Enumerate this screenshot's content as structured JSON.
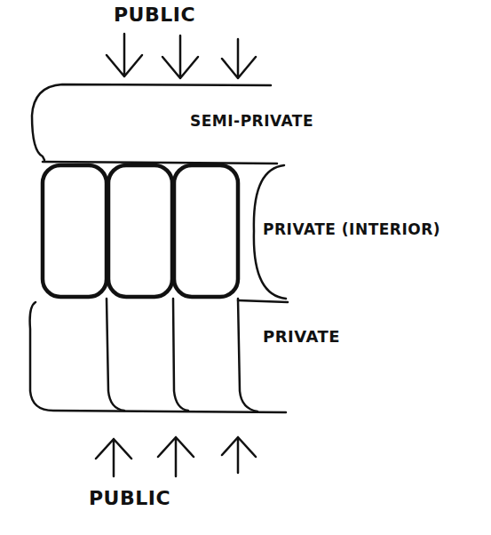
{
  "diagram": {
    "labels": [
      "PUBLIC",
      "SEMI-PRIVATE",
      "PRIVATE (INTERIOR)",
      "PRIVATE",
      "PUBLIC"
    ]
  }
}
